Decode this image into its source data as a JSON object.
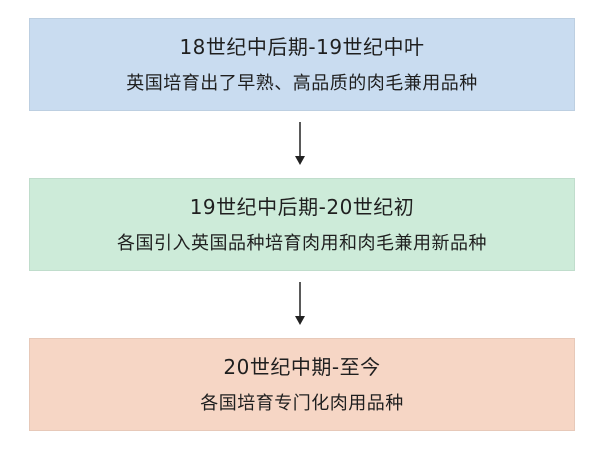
{
  "stages": [
    {
      "period": "18世纪中后期-19世纪中叶",
      "description": "英国培育出了早熟、高品质的肉毛兼用品种",
      "color": "#c9dcf0"
    },
    {
      "period": "19世纪中后期-20世纪初",
      "description": "各国引入英国品种培育肉用和肉毛兼用新品种",
      "color": "#cdebd9"
    },
    {
      "period": "20世纪中期-至今",
      "description": "各国培育专门化肉用品种",
      "color": "#f6d6c5"
    }
  ],
  "arrow_color": "#222222",
  "arrows": [
    {
      "icon": "arrow-down-icon"
    },
    {
      "icon": "arrow-down-icon"
    }
  ]
}
